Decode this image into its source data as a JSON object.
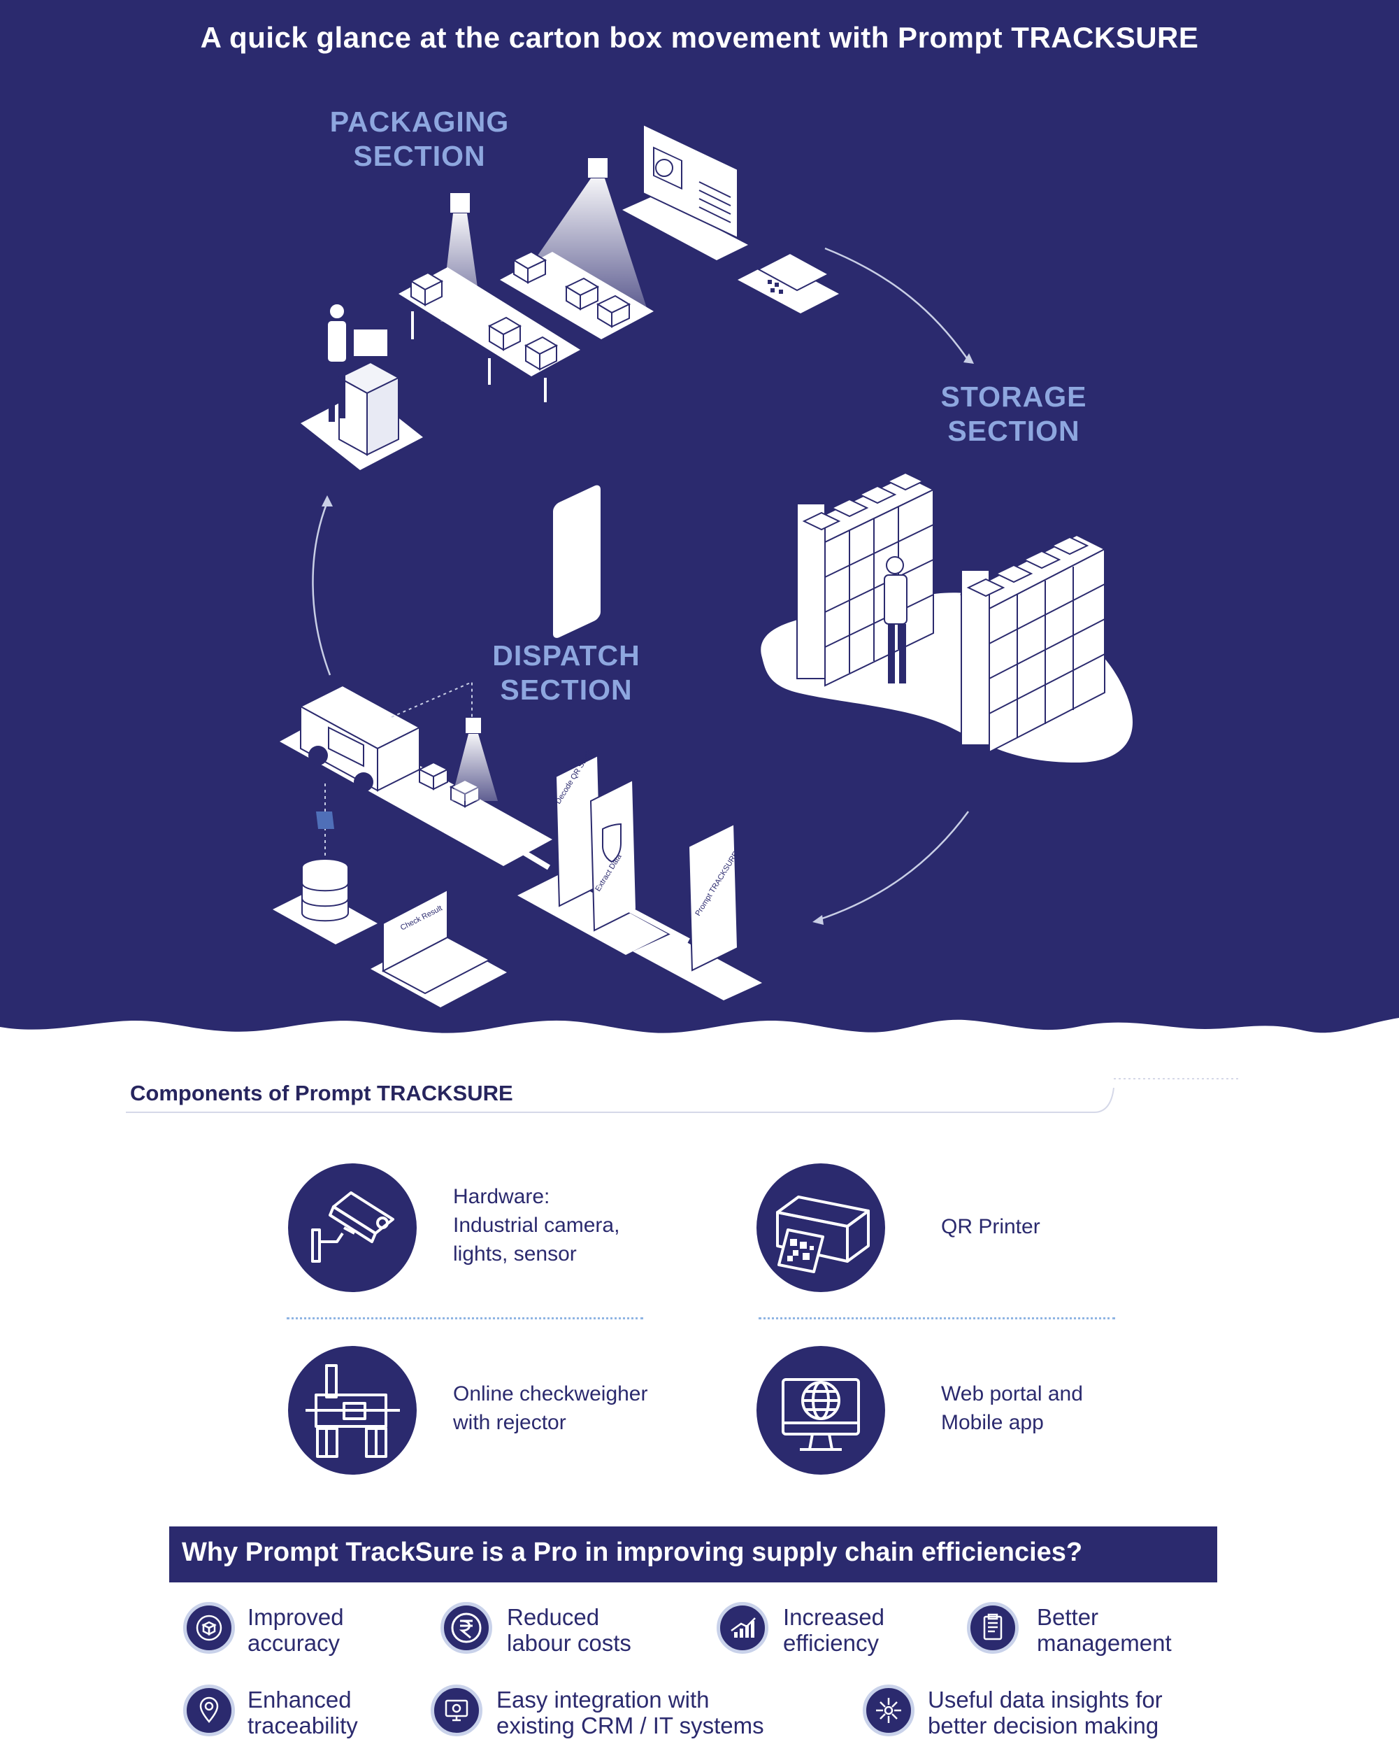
{
  "hero": {
    "title": "A quick glance at the carton box movement with Prompt TRACKSURE",
    "background_color": "#2b2a6e",
    "sections": {
      "packaging": [
        "PACKAGING",
        "SECTION"
      ],
      "storage": [
        "STORAGE",
        "SECTION"
      ],
      "dispatch": [
        "DISPATCH",
        "SECTION"
      ]
    },
    "screen_texts": {
      "phone1": "Decode QR Stock",
      "phone2": "Extract Data",
      "phone3": "Prompt TRACKSURE",
      "laptop": "Check Result"
    }
  },
  "components": {
    "heading": "Components of Prompt TRACKSURE",
    "items": [
      {
        "icon": "security-camera-icon",
        "lines": [
          "Hardware:",
          "Industrial camera,",
          "lights, sensor"
        ]
      },
      {
        "icon": "qr-printer-icon",
        "lines": [
          "QR Printer"
        ]
      },
      {
        "icon": "checkweigher-icon",
        "lines": [
          "Online checkweigher",
          "with rejector"
        ]
      },
      {
        "icon": "web-portal-icon",
        "lines": [
          "Web portal and",
          "Mobile app"
        ]
      }
    ]
  },
  "why": {
    "title": "Why Prompt TrackSure is a Pro in improving supply chain efficiencies?",
    "benefits": [
      {
        "icon": "accuracy-box-icon",
        "lines": [
          "Improved",
          "accuracy"
        ]
      },
      {
        "icon": "rupee-icon",
        "lines": [
          "Reduced",
          "labour costs"
        ]
      },
      {
        "icon": "growth-chart-icon",
        "lines": [
          "Increased",
          "efficiency"
        ]
      },
      {
        "icon": "management-clipboard-icon",
        "lines": [
          "Better",
          "management"
        ]
      },
      {
        "icon": "location-pin-icon",
        "lines": [
          "Enhanced",
          "traceability"
        ]
      },
      {
        "icon": "integration-screen-icon",
        "lines": [
          "Easy integration with",
          "existing CRM / IT systems"
        ]
      },
      {
        "icon": "data-insights-icon",
        "lines": [
          "Useful data insights for",
          "better decision making"
        ]
      }
    ]
  },
  "colors": {
    "navy": "#2b2a6e",
    "label_blue": "#8ea7df",
    "dot_blue": "#8fb4e3"
  }
}
